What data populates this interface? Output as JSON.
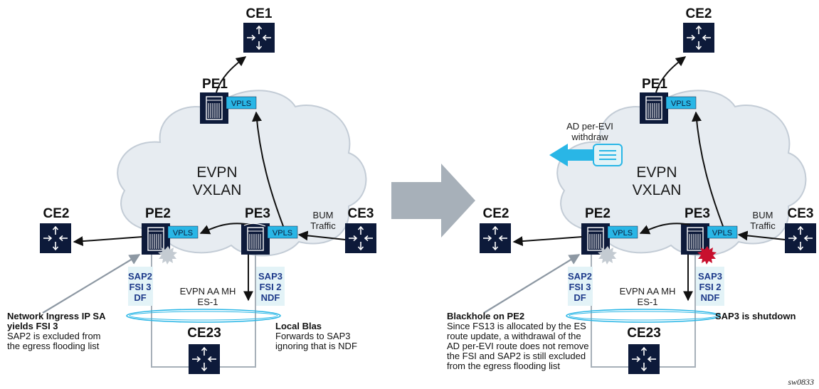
{
  "colors": {
    "node": "#0d1a3a",
    "vpls": "#29b6e6",
    "cloud_fill": "#e7ecf1",
    "cloud_stroke": "#c3ccd6",
    "sap_bg": "#e3f3f7",
    "sap_text": "#1e3a8a",
    "ring": "#29b6e6",
    "big_arrow": "#a7b0b9",
    "withdraw_arrow": "#29b6e6",
    "shutdown_star": "#c8102e",
    "star_grey": "#c4cbd2"
  },
  "left": {
    "ce_top": "CE1",
    "pe_top": "PE1",
    "pe_left": "PE2",
    "pe_right": "PE3",
    "ce_left": "CE2",
    "ce_right": "CE3",
    "ce_bottom": "CE23",
    "vpls": "VPLS",
    "cloud_line1": "EVPN",
    "cloud_line2": "VXLAN",
    "bum_line1": "BUM",
    "bum_line2": "Traffic",
    "es_line1": "EVPN AA MH",
    "es_line2": "ES-1",
    "sap2": [
      "SAP2",
      "FSI 3",
      "DF"
    ],
    "sap3": [
      "SAP3",
      "FSI 2",
      "NDF"
    ],
    "note_left_bold": [
      "Network Ingress IP SA",
      "yields FSI 3"
    ],
    "note_left": [
      "SAP2 is excluded from",
      "the egress flooding list"
    ],
    "note_right_bold": [
      "Local Blas"
    ],
    "note_right": [
      "Forwards to SAP3",
      "ignoring that is NDF"
    ]
  },
  "right": {
    "ce_top": "CE2",
    "pe_top": "PE1",
    "pe_left": "PE2",
    "pe_right": "PE3",
    "ce_left": "CE2",
    "ce_right": "CE3",
    "ce_bottom": "CE23",
    "vpls": "VPLS",
    "cloud_line1": "EVPN",
    "cloud_line2": "VXLAN",
    "withdraw_line1": "AD per-EVI",
    "withdraw_line2": "withdraw",
    "bum_line1": "BUM",
    "bum_line2": "Traffic",
    "es_line1": "EVPN AA MH",
    "es_line2": "ES-1",
    "sap2": [
      "SAP2",
      "FSI 3",
      "DF"
    ],
    "sap3": [
      "SAP3",
      "FSI 2",
      "NDF"
    ],
    "note_left_bold": [
      "Blackhole on PE2"
    ],
    "note_left": [
      "Since FS13 is allocated by the ES",
      "route update, a withdrawal of the",
      "AD per-EVI route does not remove",
      "the FSI and SAP2 is still excluded",
      "from the egress flooding list"
    ],
    "note_right_bold": [
      "SAP3 is shutdown"
    ]
  },
  "figure_tag": "sw0833"
}
